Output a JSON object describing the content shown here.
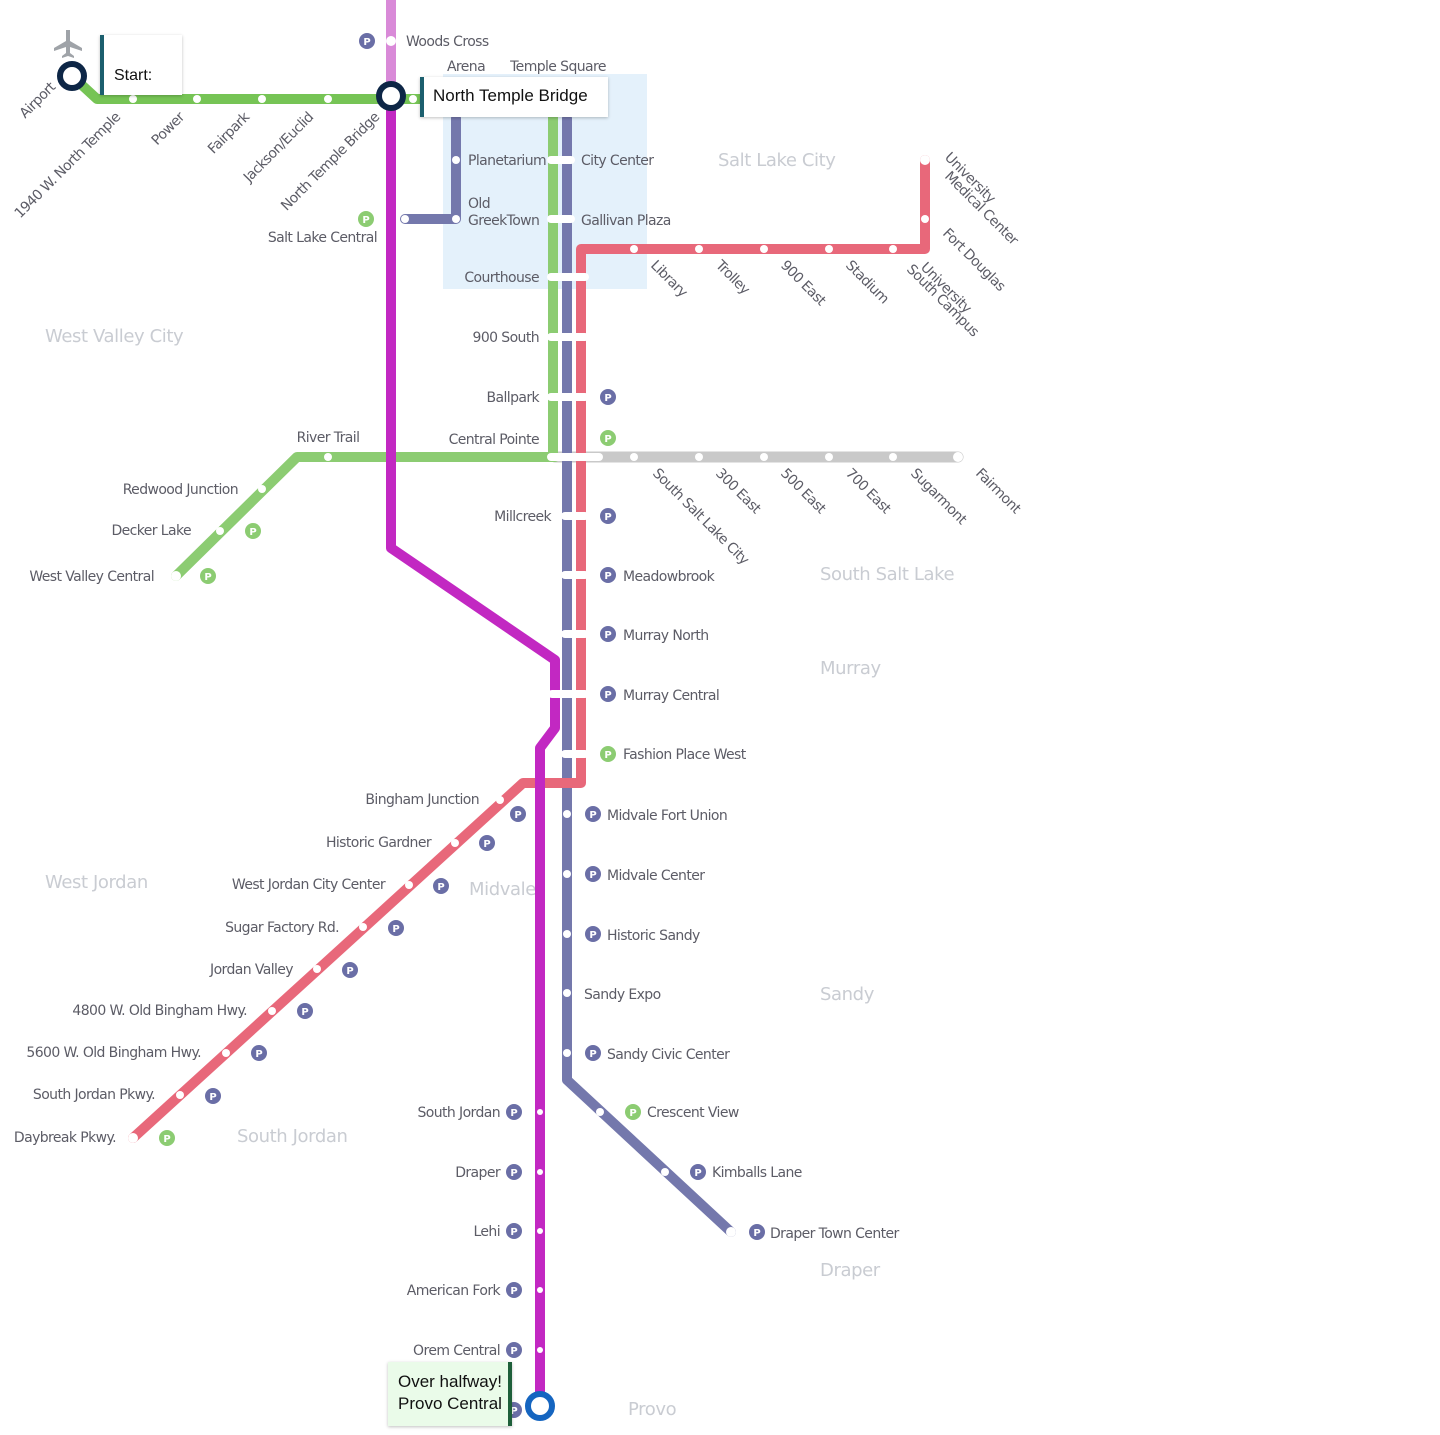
{
  "callouts": {
    "start_label": "Start:",
    "current_station": "North Temple Bridge",
    "progress_line1": "Over halfway!",
    "progress_line2": "Provo Central"
  },
  "cities": {
    "salt_lake_city": "Salt Lake City",
    "west_valley_city": "West Valley City",
    "south_salt_lake": "South Salt Lake",
    "murray": "Murray",
    "west_jordan": "West Jordan",
    "midvale": "Midvale",
    "sandy": "Sandy",
    "south_jordan": "South Jordan",
    "draper": "Draper",
    "provo": "Provo"
  },
  "stations": {
    "airport": "Airport",
    "n1940_w_north_temple": "1940 W. North Temple",
    "power": "Power",
    "fairpark": "Fairpark",
    "jackson_euclid": "Jackson/Euclid",
    "north_temple_bridge": "North Temple Bridge",
    "woods_cross": "Woods Cross",
    "arena": "Arena",
    "temple_square": "Temple Square",
    "planetarium": "Planetarium",
    "city_center": "City Center",
    "old_greektown_1": "Old",
    "old_greektown_2": "GreekTown",
    "gallivan_plaza": "Gallivan Plaza",
    "salt_lake_central": "Salt Lake Central",
    "courthouse": "Courthouse",
    "library": "Library",
    "trolley": "Trolley",
    "e900_east": "900 East",
    "stadium": "Stadium",
    "university_south_campus_1": "University",
    "university_south_campus_2": "South Campus",
    "fort_douglas": "Fort Douglas",
    "university_medical_1": "University",
    "university_medical_2": "Medical Center",
    "s900_south": "900 South",
    "ballpark": "Ballpark",
    "central_pointe": "Central Pointe",
    "river_trail": "River Trail",
    "redwood_junction": "Redwood Junction",
    "decker_lake": "Decker Lake",
    "west_valley_central": "West Valley Central",
    "south_salt_lake_city": "South Salt Lake City",
    "e300_east": "300 East",
    "e500_east": "500 East",
    "e700_east": "700 East",
    "sugarmont": "Sugarmont",
    "fairmont": "Fairmont",
    "millcreek": "Millcreek",
    "meadowbrook": "Meadowbrook",
    "murray_north": "Murray North",
    "murray_central": "Murray Central",
    "fashion_place_west": "Fashion Place West",
    "bingham_junction": "Bingham Junction",
    "historic_gardner": "Historic Gardner",
    "west_jordan_city_center": "West Jordan City Center",
    "sugar_factory_rd": "Sugar Factory Rd.",
    "jordan_valley": "Jordan Valley",
    "w4800_old_bingham": "4800 W. Old Bingham Hwy.",
    "w5600_old_bingham": "5600 W. Old Bingham Hwy.",
    "south_jordan_pkwy": "South Jordan Pkwy.",
    "daybreak_pkwy": "Daybreak Pkwy.",
    "midvale_fort_union": "Midvale Fort Union",
    "midvale_center": "Midvale Center",
    "historic_sandy": "Historic Sandy",
    "sandy_expo": "Sandy Expo",
    "sandy_civic_center": "Sandy Civic Center",
    "crescent_view": "Crescent View",
    "kimballs_lane": "Kimballs Lane",
    "draper_town_center": "Draper Town Center",
    "south_jordan": "South Jordan",
    "draper": "Draper",
    "lehi": "Lehi",
    "american_fork": "American Fork",
    "orem_central": "Orem Central"
  },
  "parking_symbol": "P",
  "colors": {
    "green_line": "#8ccc72",
    "green_route": "#76c455",
    "blue_line": "#7478ac",
    "red_line": "#e8687a",
    "gray_line": "#c9c9c9",
    "frontrunner": "#c228c2",
    "frontrunner_north": "#d98ad8",
    "downtown_zone": "#e4f1fb",
    "marker_dark": "#0d2646",
    "marker_blue": "#1565c0",
    "parking_blue": "#6a6ea6",
    "parking_green": "#8ccc72"
  },
  "icons": {
    "airport": "airplane-icon",
    "parking": "parking-icon",
    "marker": "ring-marker-icon"
  }
}
